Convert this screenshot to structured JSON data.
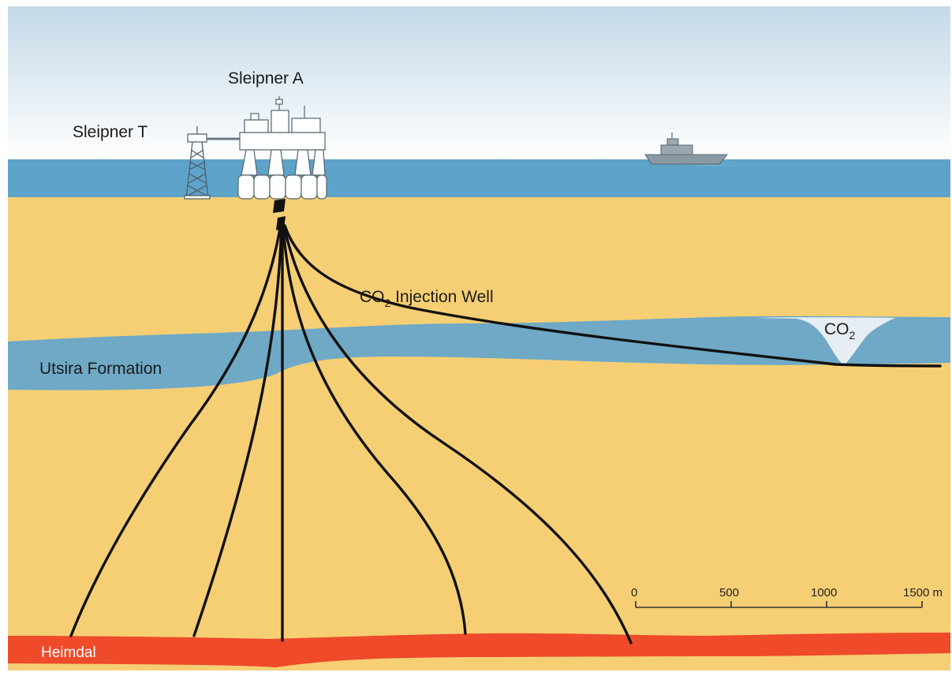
{
  "labels": {
    "sleipner_a": "Sleipner A",
    "sleipner_t": "Sleipner T",
    "co2_well_prefix": "CO",
    "co2_well_sub": "2",
    "co2_well_suffix": " Injection Well",
    "co2_plume_prefix": "CO",
    "co2_plume_sub": "2",
    "utsira": "Utsira Formation",
    "heimdal": "Heimdal"
  },
  "scale_bar": {
    "ticks": [
      "0",
      "500",
      "1000",
      "1500 m"
    ]
  },
  "colors": {
    "sky_top": "#c9dcea",
    "sky_bottom": "#ffffff",
    "sea": "#5ea3c9",
    "sediment": "#f6cf74",
    "utsira_layer": "#6fa9c6",
    "heimdal_layer": "#ef4a2a",
    "co2_plume": "#e6eef3",
    "platform": "#ffffff",
    "well_line": "#111111"
  },
  "icons": [
    "sleipner-a-platform-icon",
    "sleipner-t-platform-icon",
    "ship-icon"
  ]
}
